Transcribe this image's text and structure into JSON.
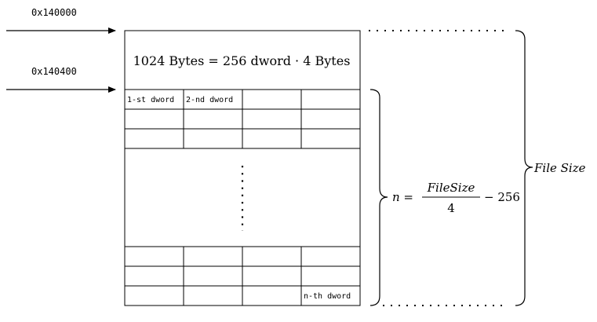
{
  "addresses": {
    "start": "0x140000",
    "data_start": "0x140400"
  },
  "header_block": {
    "label": "1024 Bytes = 256 dword · 4 Bytes"
  },
  "cells": {
    "first": "1-st dword",
    "second": "2-nd dword",
    "last": "n-th dword"
  },
  "formula": {
    "lhs": "n =",
    "numerator": "FileSize",
    "denominator": "4",
    "tail": "− 256"
  },
  "file_size": {
    "label": "File Size"
  },
  "colors": {
    "line": "#000000",
    "background": "#ffffff"
  }
}
